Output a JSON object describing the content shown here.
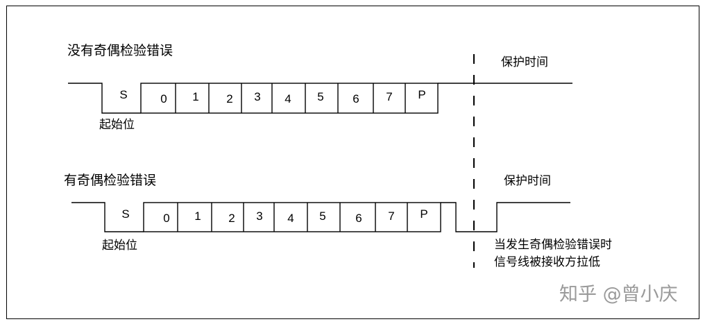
{
  "frames": [
    {
      "title": "没有奇偶检验错误",
      "start_bit_label": "起始位",
      "guard_label": "保护时间",
      "bits": [
        "S",
        "0",
        "1",
        "2",
        "3",
        "4",
        "5",
        "6",
        "7",
        "P"
      ]
    },
    {
      "title": "有奇偶检验错误",
      "start_bit_label": "起始位",
      "guard_label": "保护时间",
      "bits": [
        "S",
        "0",
        "1",
        "2",
        "3",
        "4",
        "5",
        "6",
        "7",
        "P"
      ],
      "error_note": [
        "当发生奇偶检验错误时",
        "信号线被接收方拉低"
      ]
    }
  ],
  "watermark": "知乎 @曾小庆"
}
